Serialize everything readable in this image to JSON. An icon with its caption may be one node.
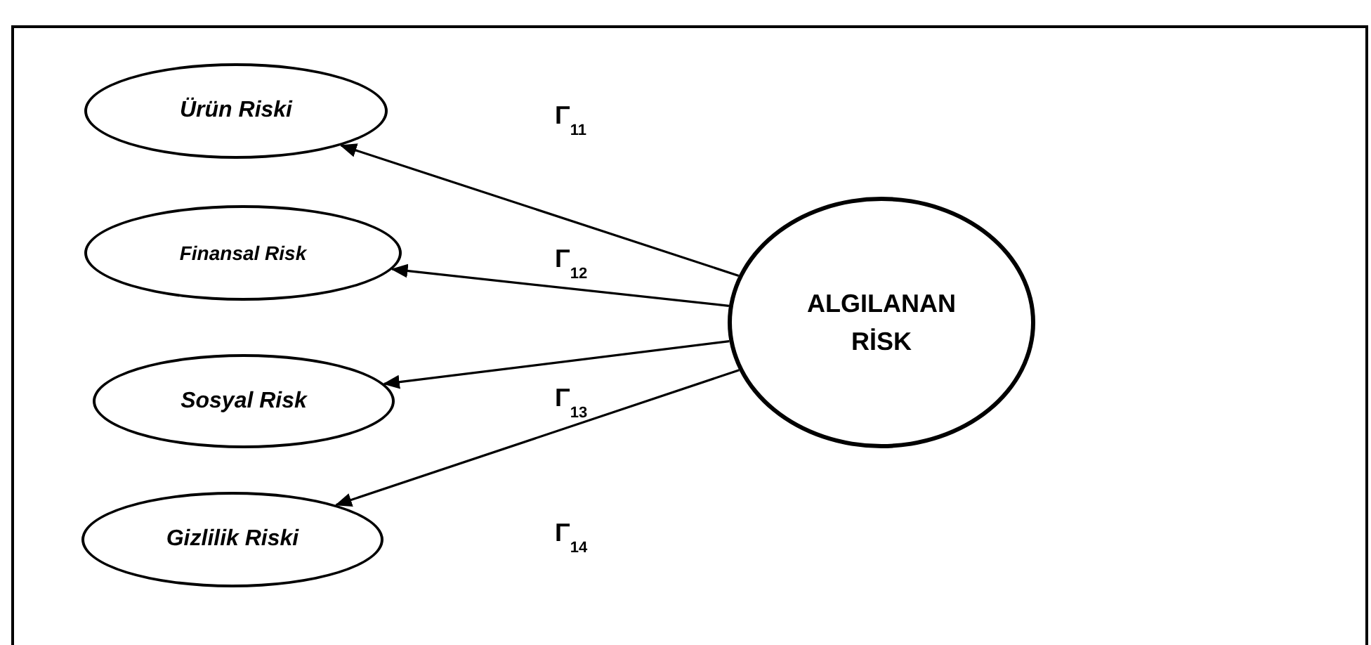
{
  "diagram": {
    "nodes": [
      {
        "text": [
          "Ürün Riski"
        ]
      },
      {
        "text": [
          "Finansal Risk"
        ]
      },
      {
        "text": [
          "Sosyal Risk"
        ]
      },
      {
        "text": [
          "Gizlilik Riski"
        ]
      },
      {
        "text": [
          "ALGILANAN RİSK"
        ]
      }
    ],
    "edges": [
      {
        "from": 4,
        "to": 0,
        "arrow": "to",
        "label": "Γ$_{11}$"
      },
      {
        "from": 4,
        "to": 1,
        "arrow": "to",
        "label": "Γ$_{12}$"
      },
      {
        "from": 4,
        "to": 2,
        "arrow": "to",
        "label": "Γ$_{13}$"
      },
      {
        "from": 4,
        "to": 3,
        "arrow": "to",
        "label": "Γ$_{14}$"
      }
    ]
  }
}
